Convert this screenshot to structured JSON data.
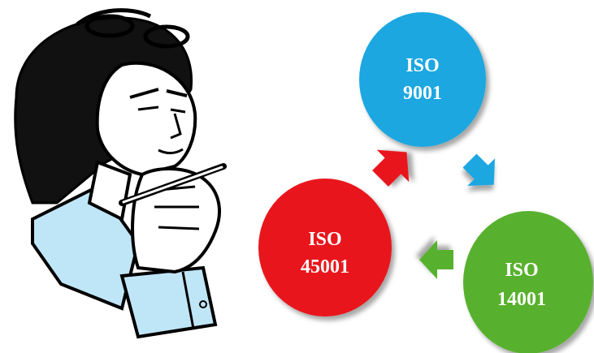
{
  "diagram": {
    "nodes": [
      {
        "id": "iso-9001",
        "line1": "ISO",
        "line2": "9001",
        "color": "#1aa7e0"
      },
      {
        "id": "iso-14001",
        "line1": "ISO",
        "line2": "14001",
        "color": "#58b12d"
      },
      {
        "id": "iso-45001",
        "line1": "ISO",
        "line2": "45001",
        "color": "#e8161b"
      }
    ],
    "arrows": [
      {
        "from": "iso-45001",
        "to": "iso-9001",
        "color": "#e8161b",
        "icon": "arrow-up-right-icon"
      },
      {
        "from": "iso-9001",
        "to": "iso-14001",
        "color": "#1aa7e0",
        "icon": "arrow-down-right-icon"
      },
      {
        "from": "iso-14001",
        "to": "iso-45001",
        "color": "#58b12d",
        "icon": "arrow-left-icon"
      }
    ]
  },
  "illustration": {
    "icon": "thinking-man-icon",
    "shirt_color": "#bfe6f7"
  }
}
